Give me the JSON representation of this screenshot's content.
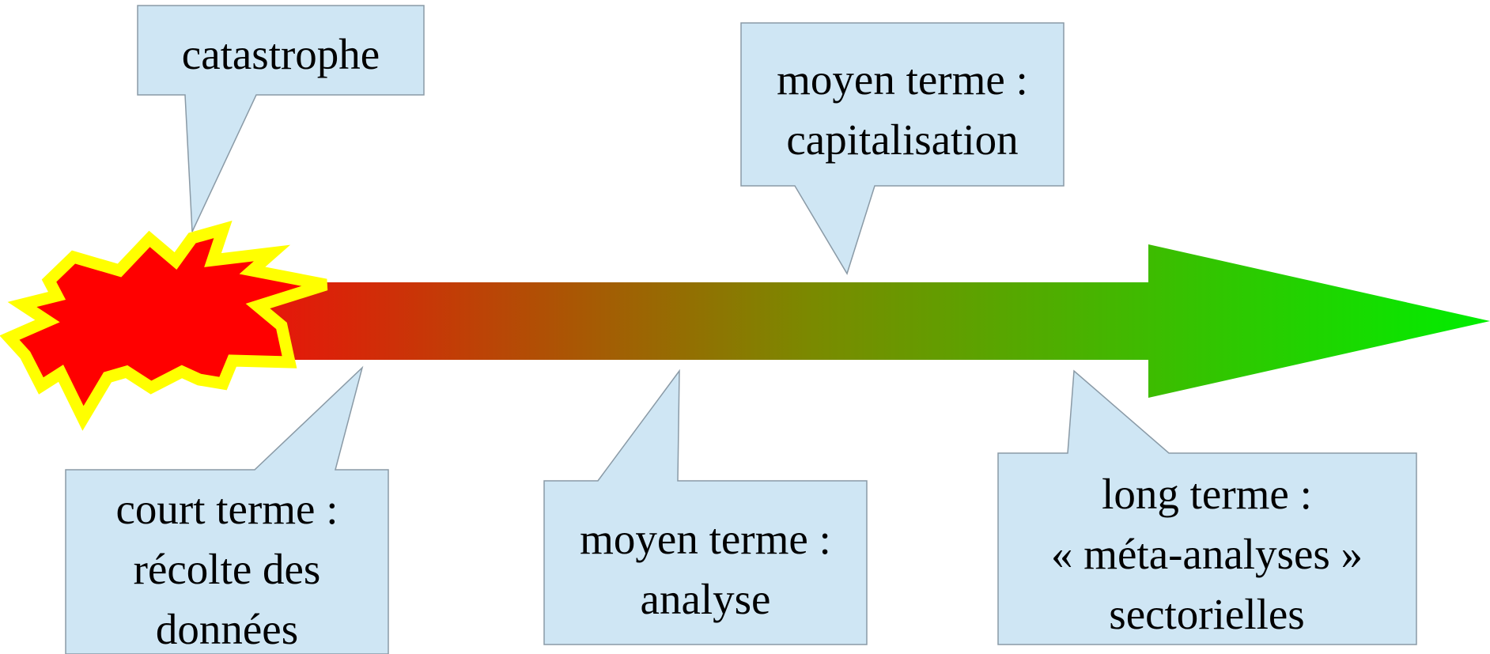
{
  "colors": {
    "callout_fill": "#cfe6f4",
    "callout_stroke": "#8a9aa6",
    "arrow_start": "#e8140a",
    "arrow_end": "#00ee00",
    "burst_fill": "#ff0000",
    "burst_outline": "#ffff00"
  },
  "shapes": {
    "timeline_arrow": "gradient-arrow-red-to-green",
    "event_marker": "explosion-burst"
  },
  "callouts": {
    "catastrophe": {
      "lines": [
        "catastrophe"
      ]
    },
    "capitalisation": {
      "lines": [
        "moyen terme :",
        "capitalisation"
      ]
    },
    "court_terme": {
      "lines": [
        "court terme :",
        "récolte des",
        "données"
      ]
    },
    "analyse": {
      "lines": [
        "moyen terme :",
        "analyse"
      ]
    },
    "long_terme": {
      "lines": [
        "long terme :",
        "« méta-analyses »",
        "sectorielles"
      ]
    }
  }
}
